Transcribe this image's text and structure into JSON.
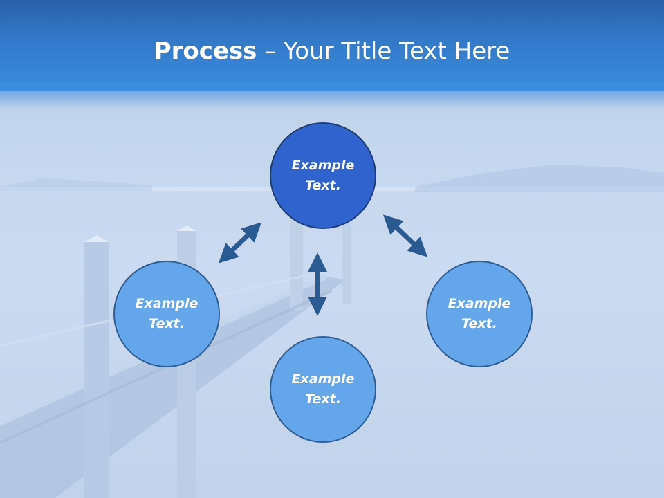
{
  "title": {
    "bold": "Process",
    "rest": " – Your Title Text Here"
  },
  "diagram": {
    "center_node": {
      "label_line1": "Example",
      "label_line2": "Text."
    },
    "left_node": {
      "label_line1": "Example",
      "label_line2": "Text."
    },
    "bottom_node": {
      "label_line1": "Example",
      "label_line2": "Text."
    },
    "right_node": {
      "label_line1": "Example",
      "label_line2": "Text."
    }
  },
  "colors": {
    "header": "#3479c9",
    "center_node": "#3063cd",
    "outer_node": "#64a6e9",
    "arrow": "#2a5a92"
  }
}
